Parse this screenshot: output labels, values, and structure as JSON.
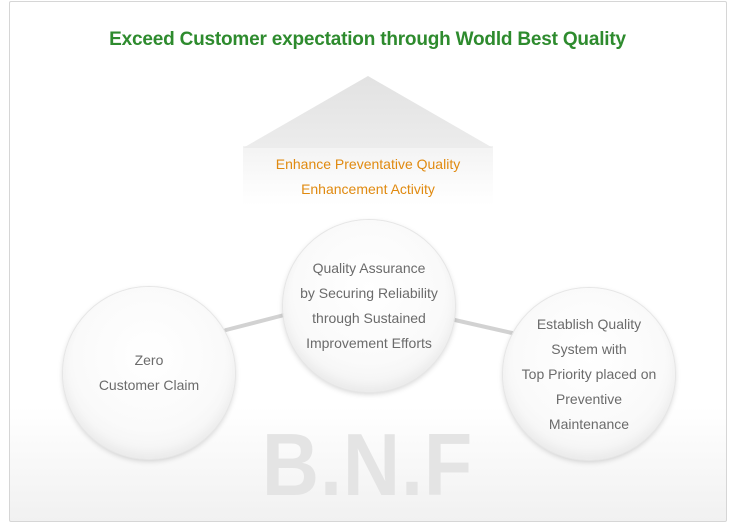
{
  "headline": "Exceed Customer expectation through Wodld Best Quality",
  "arrow": {
    "line1": "Enhance Preventative Quality",
    "line2": "Enhancement Activity"
  },
  "circles": {
    "left": {
      "lines": [
        "Zero",
        "Customer Claim"
      ]
    },
    "center": {
      "lines": [
        "Quality Assurance",
        "by Securing Reliability",
        "through Sustained",
        "Improvement Efforts"
      ]
    },
    "right": {
      "lines": [
        "Establish Quality",
        "System with",
        "Top Priority placed on",
        "Preventive",
        "Maintenance"
      ]
    }
  },
  "watermark": "B.N.F",
  "colors": {
    "headline": "#2e8b2e",
    "arrow_text": "#e08a10",
    "circle_text": "#6b6b6b",
    "watermark": "#e4e4e4"
  }
}
